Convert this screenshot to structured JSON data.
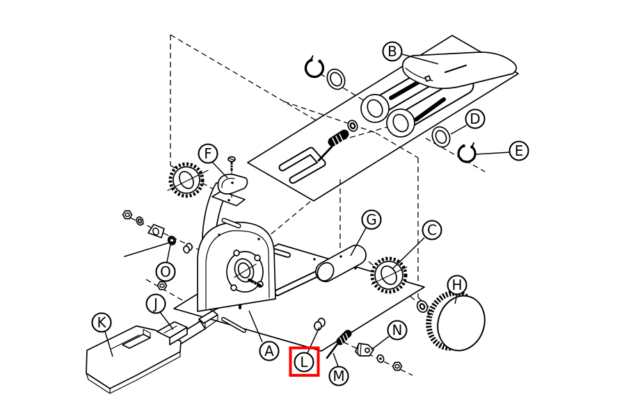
{
  "diagram": {
    "type": "exploded-parts-diagram",
    "background_color": "#ffffff",
    "line_color": "#000000",
    "highlight": {
      "letter": "L",
      "box_color": "#ff0000"
    },
    "callouts": [
      {
        "letter": "A"
      },
      {
        "letter": "B"
      },
      {
        "letter": "C"
      },
      {
        "letter": "D"
      },
      {
        "letter": "E"
      },
      {
        "letter": "F"
      },
      {
        "letter": "G"
      },
      {
        "letter": "H"
      },
      {
        "letter": "J"
      },
      {
        "letter": "K"
      },
      {
        "letter": "L"
      },
      {
        "letter": "M"
      },
      {
        "letter": "N"
      },
      {
        "letter": "O"
      }
    ]
  }
}
